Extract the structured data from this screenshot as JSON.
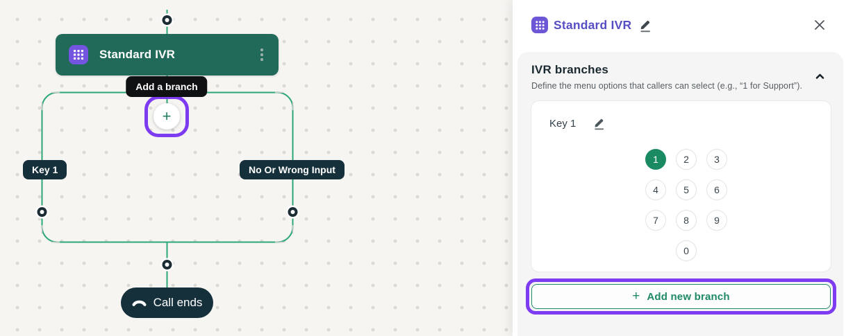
{
  "colors": {
    "wire_green": "#2CA877",
    "node_green": "#216A59",
    "navy": "#15303B",
    "annotation_purple": "#7D3CF2",
    "brand_purple": "#584EC4",
    "icon_purple": "#7355E0",
    "selected_key_green": "#1A8A63",
    "add_button_green": "#1F8A66"
  },
  "icons": {
    "node": "keypad-grid-icon",
    "menu": "kebab-menu-icon",
    "edit": "pencil-icon",
    "close": "x-icon",
    "collapse": "chevron-up-icon",
    "end_call": "phone-down-icon",
    "add": "plus-icon"
  },
  "canvas": {
    "node": {
      "label": "Standard IVR"
    },
    "tooltip": "Add a branch",
    "add_branch_plus": "+",
    "branch_labels": {
      "left": "Key 1",
      "right": "No Or Wrong Input"
    },
    "end_node": {
      "label": "Call ends"
    }
  },
  "panel": {
    "title": "Standard IVR",
    "section": {
      "title": "IVR branches",
      "description": "Define the menu options that callers can select (e.g., “1 for Support”)."
    },
    "branch_card": {
      "label": "Key 1",
      "keypad": {
        "keys": [
          "1",
          "2",
          "3",
          "4",
          "5",
          "6",
          "7",
          "8",
          "9",
          "0"
        ],
        "selected": "1"
      }
    },
    "add_button": {
      "plus": "+",
      "label": "Add new branch"
    }
  }
}
